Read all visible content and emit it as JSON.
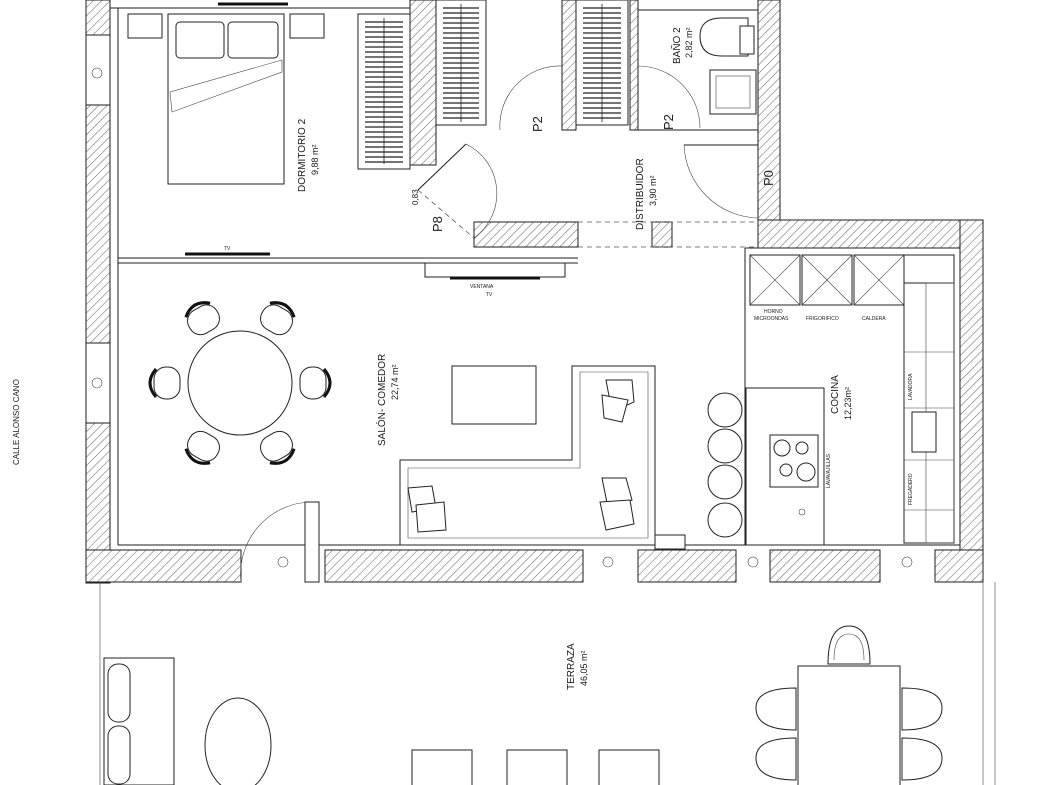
{
  "street": "CALLE ALONSO CANO",
  "rooms": {
    "dormitorio": {
      "name": "DORMITORIO 2",
      "area": "9,88 m²"
    },
    "distribuidor": {
      "name": "DISTRIBUIDOR",
      "area": "3,90 m²"
    },
    "bano": {
      "name": "BAÑO 2",
      "area": "2,82 m²"
    },
    "salon": {
      "name": "SALÓN- COMEDOR",
      "area": "22,74 m²"
    },
    "cocina": {
      "name": "COCINA",
      "area": "12,23m²"
    },
    "terraza": {
      "name": "TERRAZA",
      "area": "46,05 m²"
    }
  },
  "doors": {
    "p8": "P8",
    "p2a": "P2",
    "p2b": "P2",
    "p0": "P0"
  },
  "door_widths": {
    "w1": "0,83"
  },
  "appliances": {
    "horno": "HORNO",
    "microondas": "MICROONDAS",
    "frigorifico": "FRIGORIFICO",
    "caldera": "CALDERA",
    "lavadora": "LAVADORA",
    "fregadero": "FREGADERO",
    "lavavajillas": "LAVAVAJILLAS"
  },
  "tv_labels": {
    "bedroom": "TV",
    "living": "TV"
  },
  "window_labels": {
    "living": "VENTANA"
  },
  "colors": {
    "line": "#1e1e1e",
    "hatch": "#777777",
    "background": "#ffffff"
  }
}
